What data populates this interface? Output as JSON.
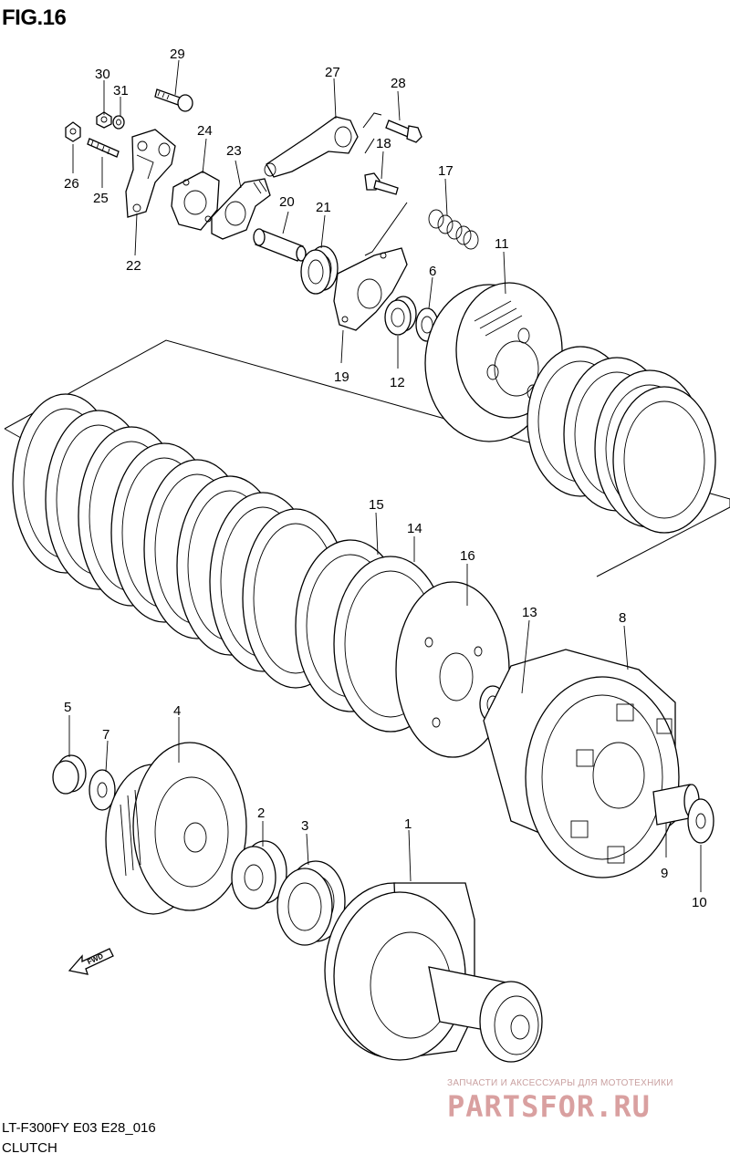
{
  "figure": {
    "title": "FIG.16",
    "model_code": "LT-F300FY E03 E28_016",
    "caption": "CLUTCH"
  },
  "callouts": [
    {
      "label": "1"
    },
    {
      "label": "2"
    },
    {
      "label": "3"
    },
    {
      "label": "4"
    },
    {
      "label": "5"
    },
    {
      "label": "6"
    },
    {
      "label": "7"
    },
    {
      "label": "8"
    },
    {
      "label": "9"
    },
    {
      "label": "10"
    },
    {
      "label": "11"
    },
    {
      "label": "12"
    },
    {
      "label": "13"
    },
    {
      "label": "14"
    },
    {
      "label": "15"
    },
    {
      "label": "16"
    },
    {
      "label": "17"
    },
    {
      "label": "18"
    },
    {
      "label": "19"
    },
    {
      "label": "20"
    },
    {
      "label": "21"
    },
    {
      "label": "22"
    },
    {
      "label": "23"
    },
    {
      "label": "24"
    },
    {
      "label": "25"
    },
    {
      "label": "26"
    },
    {
      "label": "27"
    },
    {
      "label": "28"
    },
    {
      "label": "29"
    },
    {
      "label": "30"
    },
    {
      "label": "31"
    }
  ],
  "direction_arrow": {
    "text": "FWD"
  },
  "watermark": {
    "tagline": "ЗАПЧАСТИ И АКСЕССУАРЫ ДЛЯ МОТОТЕХНИКИ",
    "brand": "PARTSFOR.RU",
    "brand_color": "#d9a0a0"
  }
}
